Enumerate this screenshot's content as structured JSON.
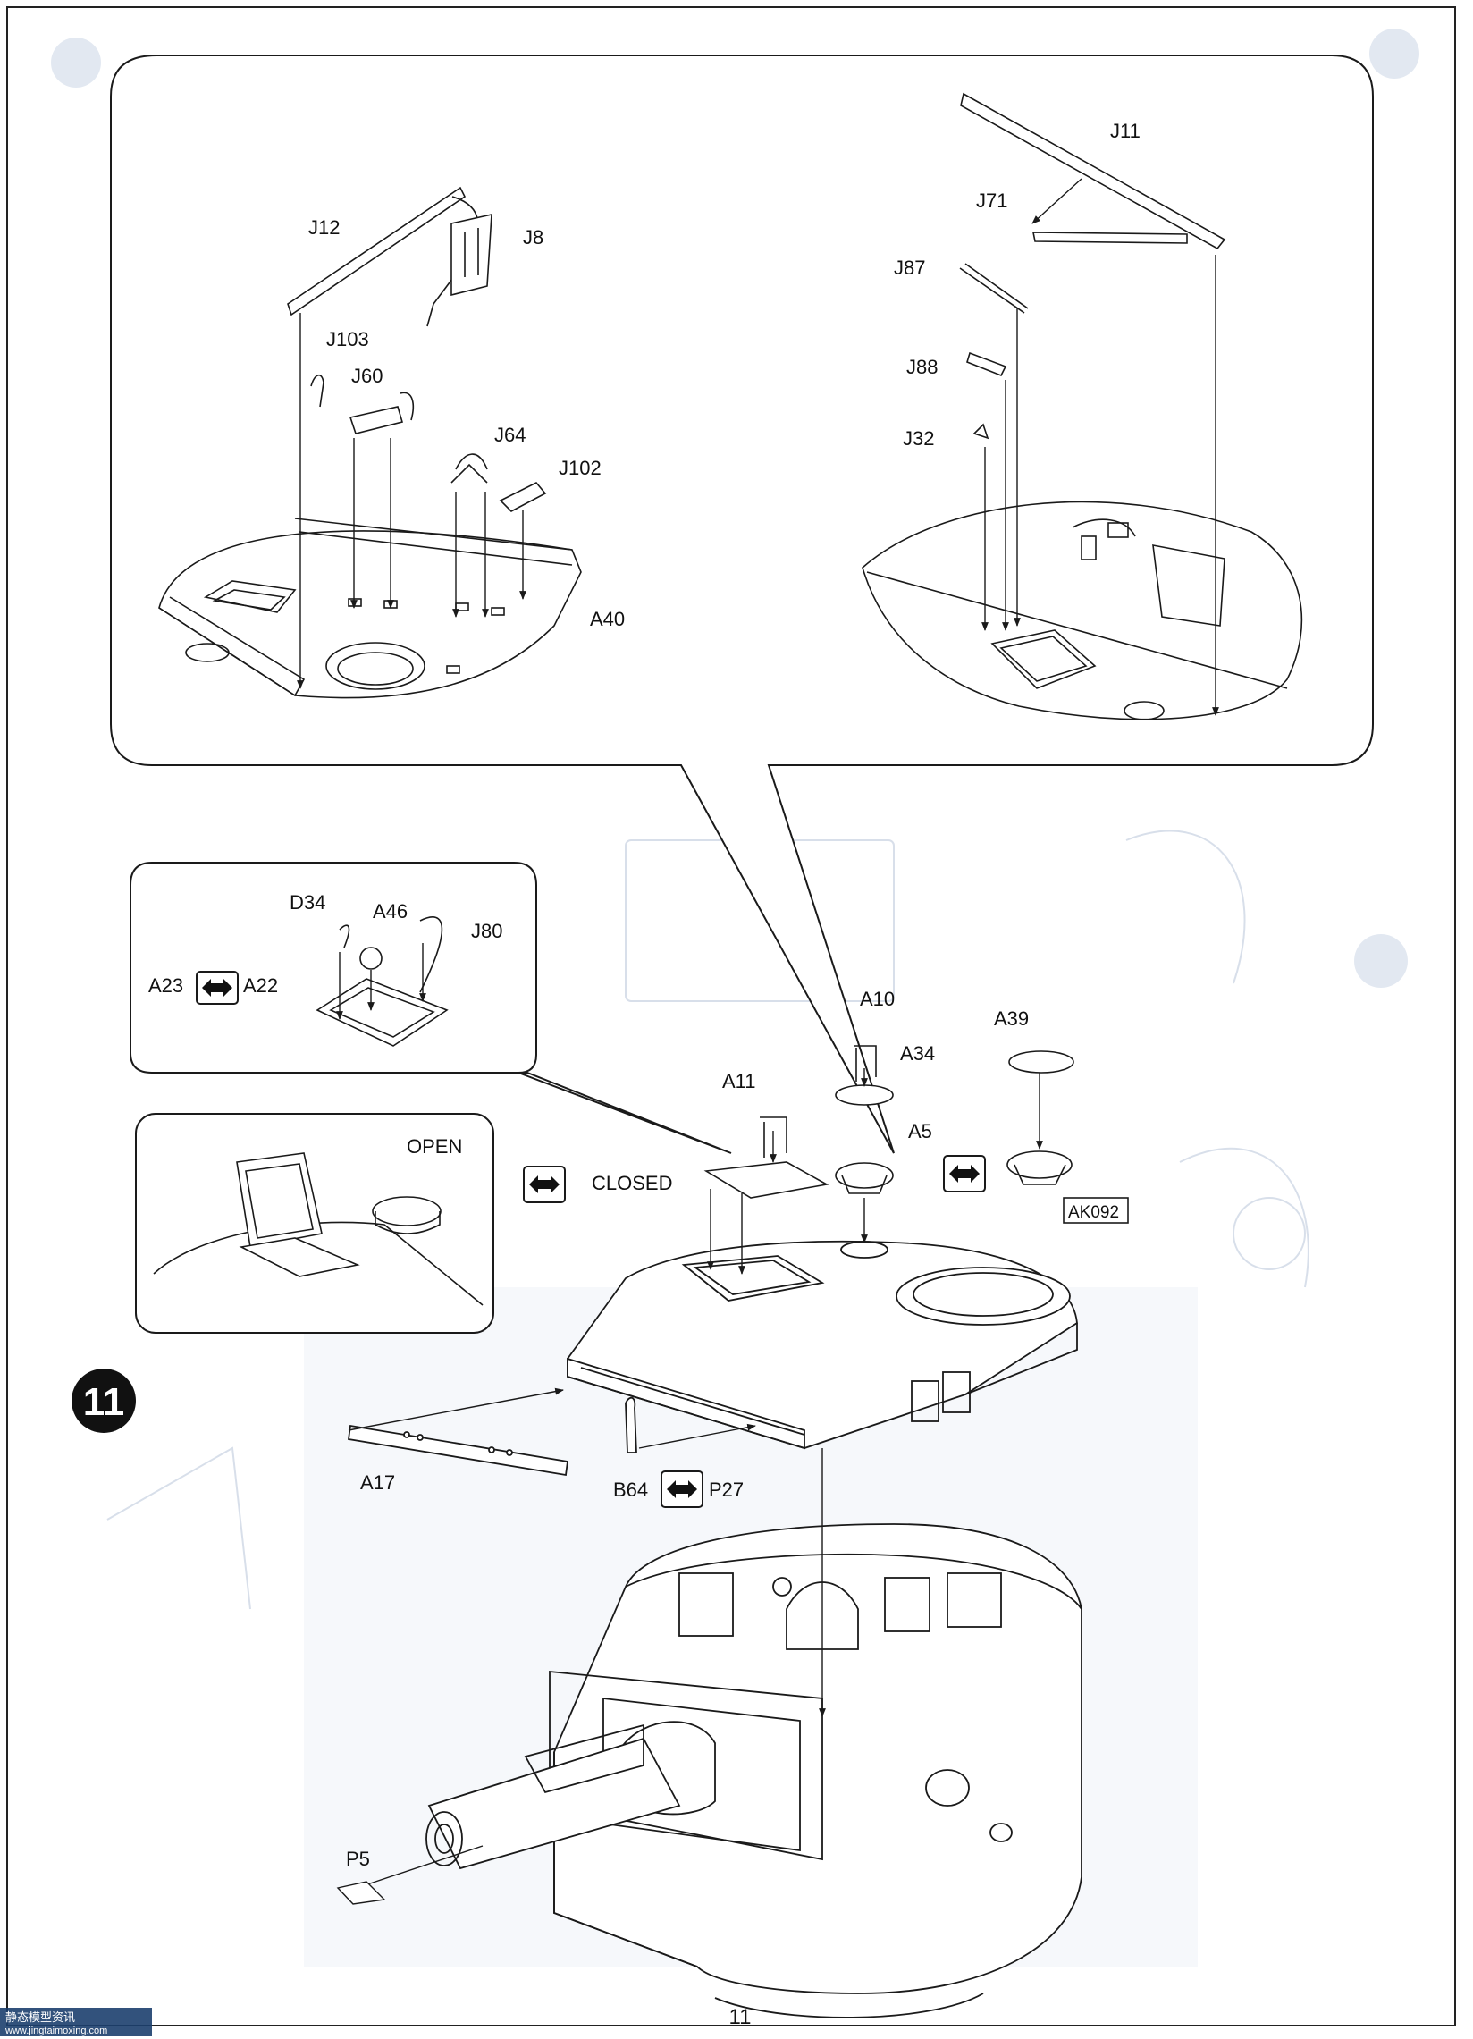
{
  "page": {
    "number": "11"
  },
  "step": {
    "number": "11"
  },
  "views": {
    "open": "OPEN",
    "closed": "CLOSED"
  },
  "boxed_label": "AK092",
  "parts": {
    "j11": "J11",
    "j71": "J71",
    "j87": "J87",
    "j88": "J88",
    "j32": "J32",
    "j12": "J12",
    "j8": "J8",
    "j103": "J103",
    "j60": "J60",
    "j64": "J64",
    "j102": "J102",
    "a40": "A40",
    "d34": "D34",
    "a46": "A46",
    "j80": "J80",
    "a23": "A23",
    "a22": "A22",
    "a10": "A10",
    "a34": "A34",
    "a39": "A39",
    "a11": "A11",
    "a5": "A5",
    "a17": "A17",
    "b64": "B64",
    "p27": "P27",
    "p5": "P5"
  },
  "watermark": {
    "title": "静态模型资讯",
    "url": "www.jingtaimoxing.com"
  },
  "colors": {
    "line": "#1a1a1a",
    "ghost": "#d4dce8",
    "badge": "#111111"
  }
}
